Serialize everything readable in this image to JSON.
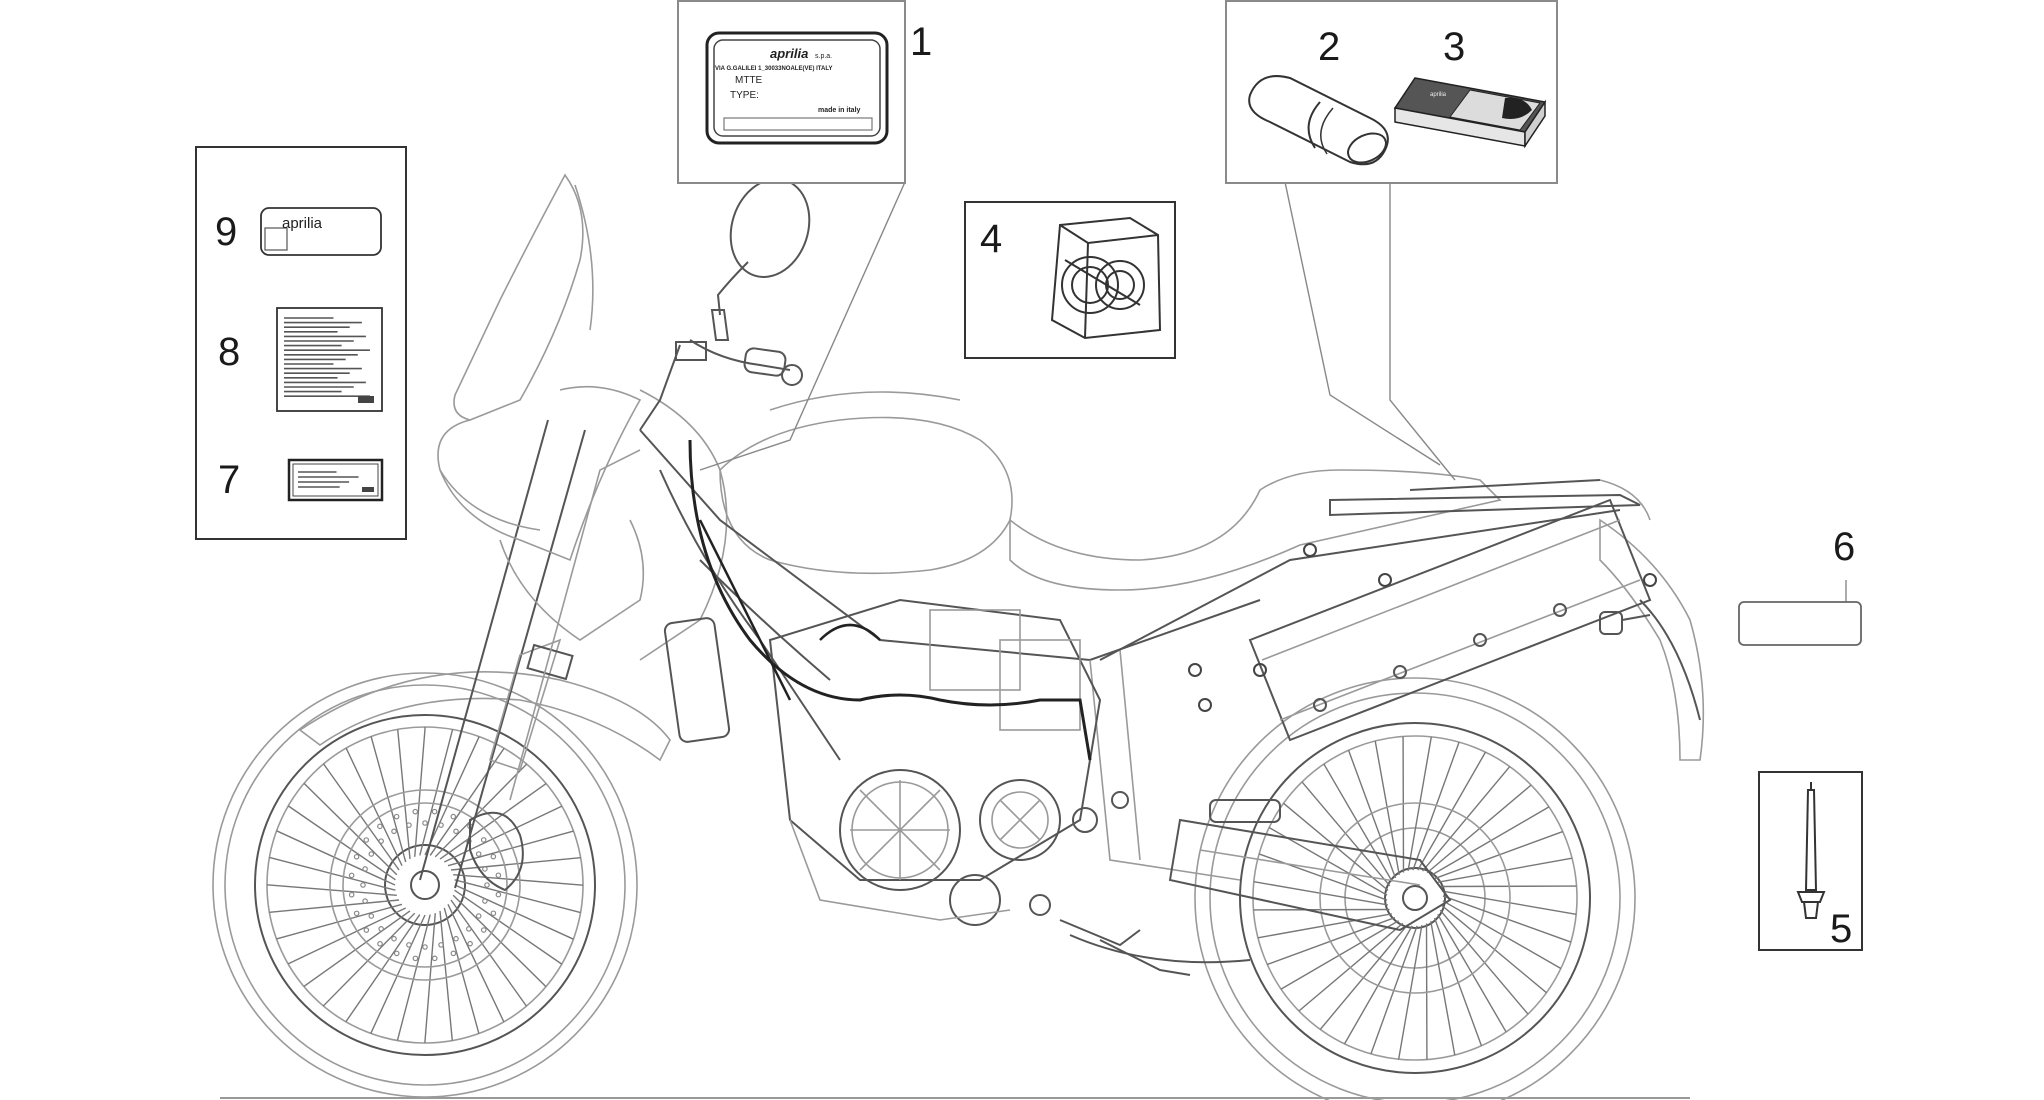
{
  "callouts": {
    "c1": "1",
    "c2": "2",
    "c3": "3",
    "c4": "4",
    "c5": "5",
    "c6": "6",
    "c7": "7",
    "c8": "8",
    "c9": "9"
  },
  "plate_label": {
    "brand": "aprilia",
    "suffix": "s.p.a.",
    "address": "VIA G.GALILEI 1_30033NOALE(VE) ITALY",
    "line_mtte": "MTTE",
    "line_type": "TYPE:",
    "footer": "made in italy"
  },
  "manual": {
    "brand": "aprilia"
  },
  "badge9": {
    "brand": "aprilia"
  }
}
